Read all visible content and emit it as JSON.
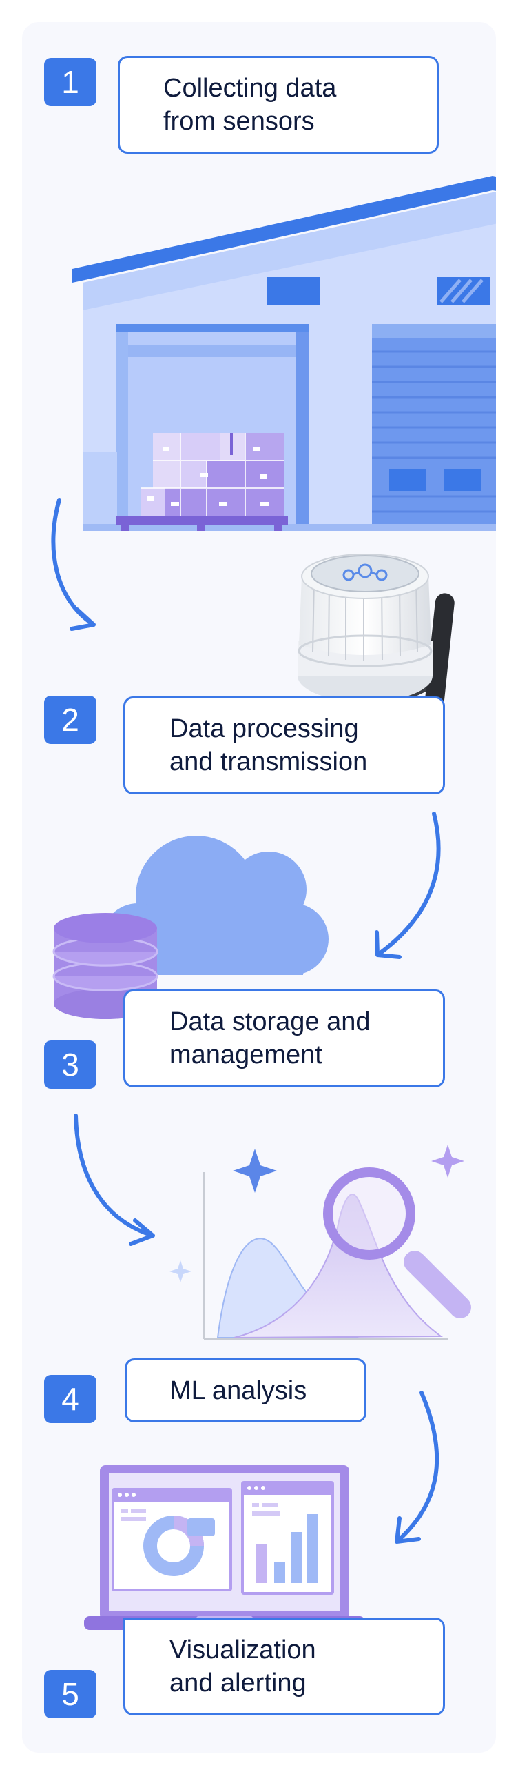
{
  "colors": {
    "accent": "#3b78e7",
    "panel_bg": "#f7f8fd",
    "text": "#0f1b3d",
    "purple": "#a48be8",
    "light_blue": "#c9d8fb"
  },
  "steps": [
    {
      "number": "1",
      "label": "Collecting data\nfrom sensors",
      "icon": "warehouse-icon"
    },
    {
      "number": "2",
      "label": "Data processing\nand transmission",
      "icon": "sensor-device-icon"
    },
    {
      "number": "3",
      "label": "Data storage and\nmanagement",
      "icon": "cloud-database-icon"
    },
    {
      "number": "4",
      "label": "ML analysis",
      "icon": "distribution-chart-icon"
    },
    {
      "number": "5",
      "label": "Visualization\nand alerting",
      "icon": "laptop-dashboard-icon"
    }
  ]
}
